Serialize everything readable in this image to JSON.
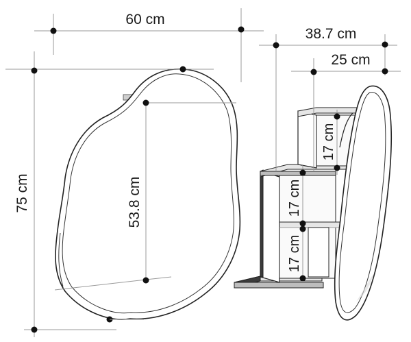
{
  "dimensions": {
    "width_overall": "60 cm",
    "height_overall": "75 cm",
    "inner_height": "53.8 cm",
    "depth_overall": "38.7 cm",
    "depth_shelf": "25 cm",
    "shelf_gap_top": "17 cm",
    "shelf_gap_middle": "17 cm",
    "shelf_gap_bottom": "17 cm"
  },
  "colors": {
    "outline": "#222222",
    "dimension_line": "#9a9a9a",
    "dot": "#111111",
    "shelf_dark": "#3b3b3b",
    "shelf_light": "#e6e6e6"
  }
}
